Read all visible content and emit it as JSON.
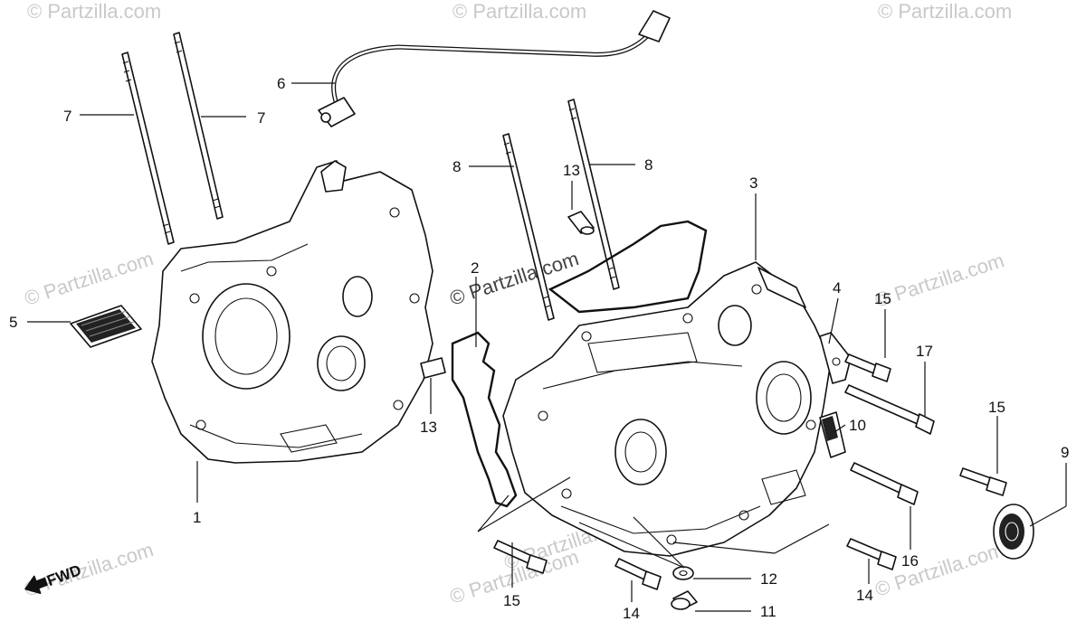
{
  "watermarks": [
    "© Partzilla.com",
    "© Partzilla.com",
    "© Partzilla.com",
    "© Partzilla.com",
    "© Partzilla.com",
    "© Partzilla.com",
    "© Partzilla.com",
    "© Partzilla.com",
    "© Partzilla.com"
  ],
  "center_watermark": "© Partzilla.com",
  "fwd_label": "FWD",
  "callouts": [
    {
      "id": "1",
      "label": "1"
    },
    {
      "id": "2",
      "label": "2"
    },
    {
      "id": "3",
      "label": "3"
    },
    {
      "id": "4",
      "label": "4"
    },
    {
      "id": "5",
      "label": "5"
    },
    {
      "id": "6",
      "label": "6"
    },
    {
      "id": "7a",
      "label": "7"
    },
    {
      "id": "7b",
      "label": "7"
    },
    {
      "id": "8a",
      "label": "8"
    },
    {
      "id": "8b",
      "label": "8"
    },
    {
      "id": "9",
      "label": "9"
    },
    {
      "id": "10",
      "label": "10"
    },
    {
      "id": "11",
      "label": "11"
    },
    {
      "id": "12",
      "label": "12"
    },
    {
      "id": "13a",
      "label": "13"
    },
    {
      "id": "13b",
      "label": "13"
    },
    {
      "id": "14a",
      "label": "14"
    },
    {
      "id": "14b",
      "label": "14"
    },
    {
      "id": "15a",
      "label": "15"
    },
    {
      "id": "15b",
      "label": "15"
    },
    {
      "id": "15c",
      "label": "15"
    },
    {
      "id": "16",
      "label": "16"
    },
    {
      "id": "17",
      "label": "17"
    }
  ],
  "colors": {
    "line": "#111111",
    "watermark": "#c9c9c9",
    "background": "#ffffff"
  }
}
